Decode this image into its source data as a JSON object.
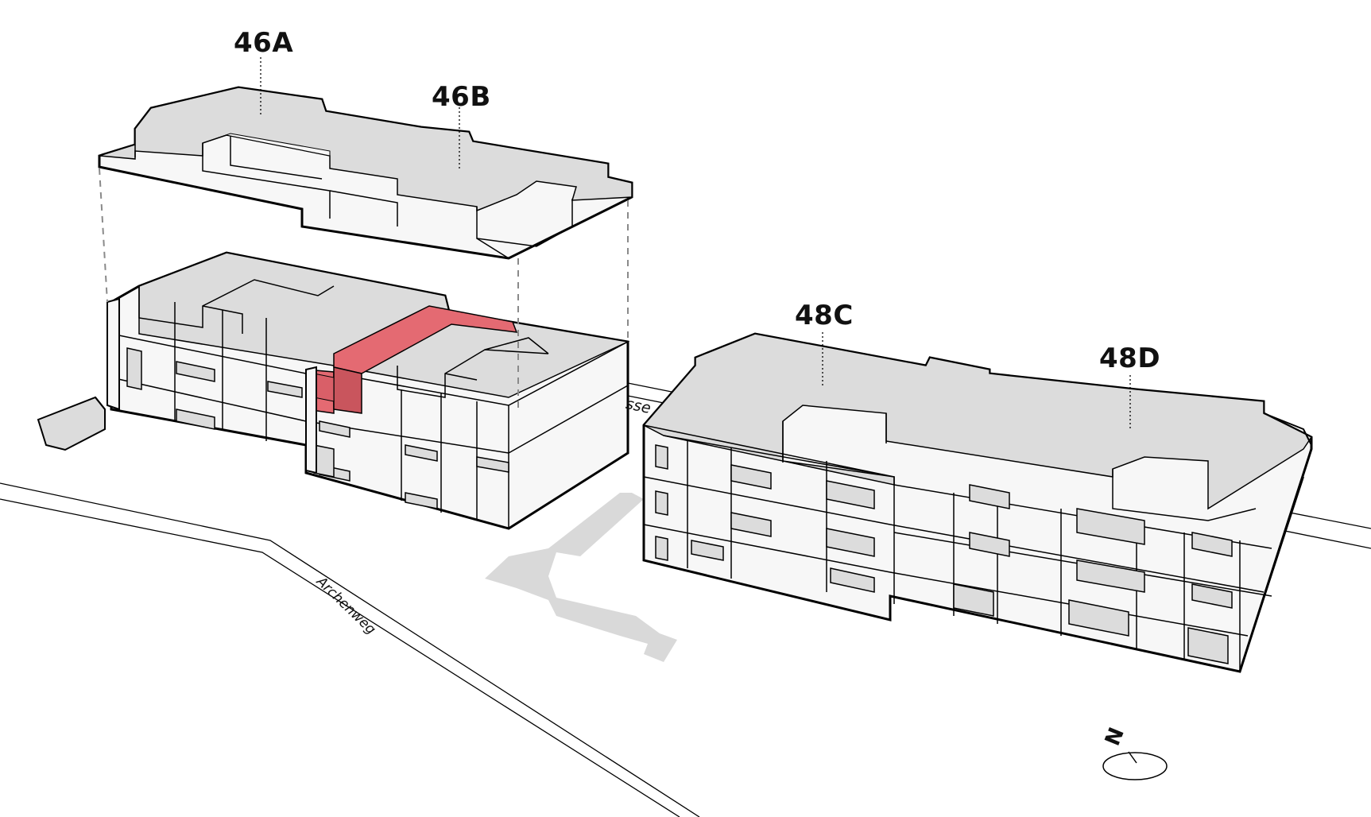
{
  "buildings": {
    "a": "46A",
    "b": "46B",
    "c": "48C",
    "d": "48D"
  },
  "streets": {
    "archenweg": "Archenweg",
    "partial": "sse"
  },
  "north_label": "N",
  "colors": {
    "roof": "#dcdcdc",
    "wall": "#f7f7f7",
    "shade": "#cfcfcf",
    "highlight": "#e46a72",
    "highlight_dark": "#c9555d",
    "path": "#d9d9d9",
    "stroke": "#000000"
  }
}
